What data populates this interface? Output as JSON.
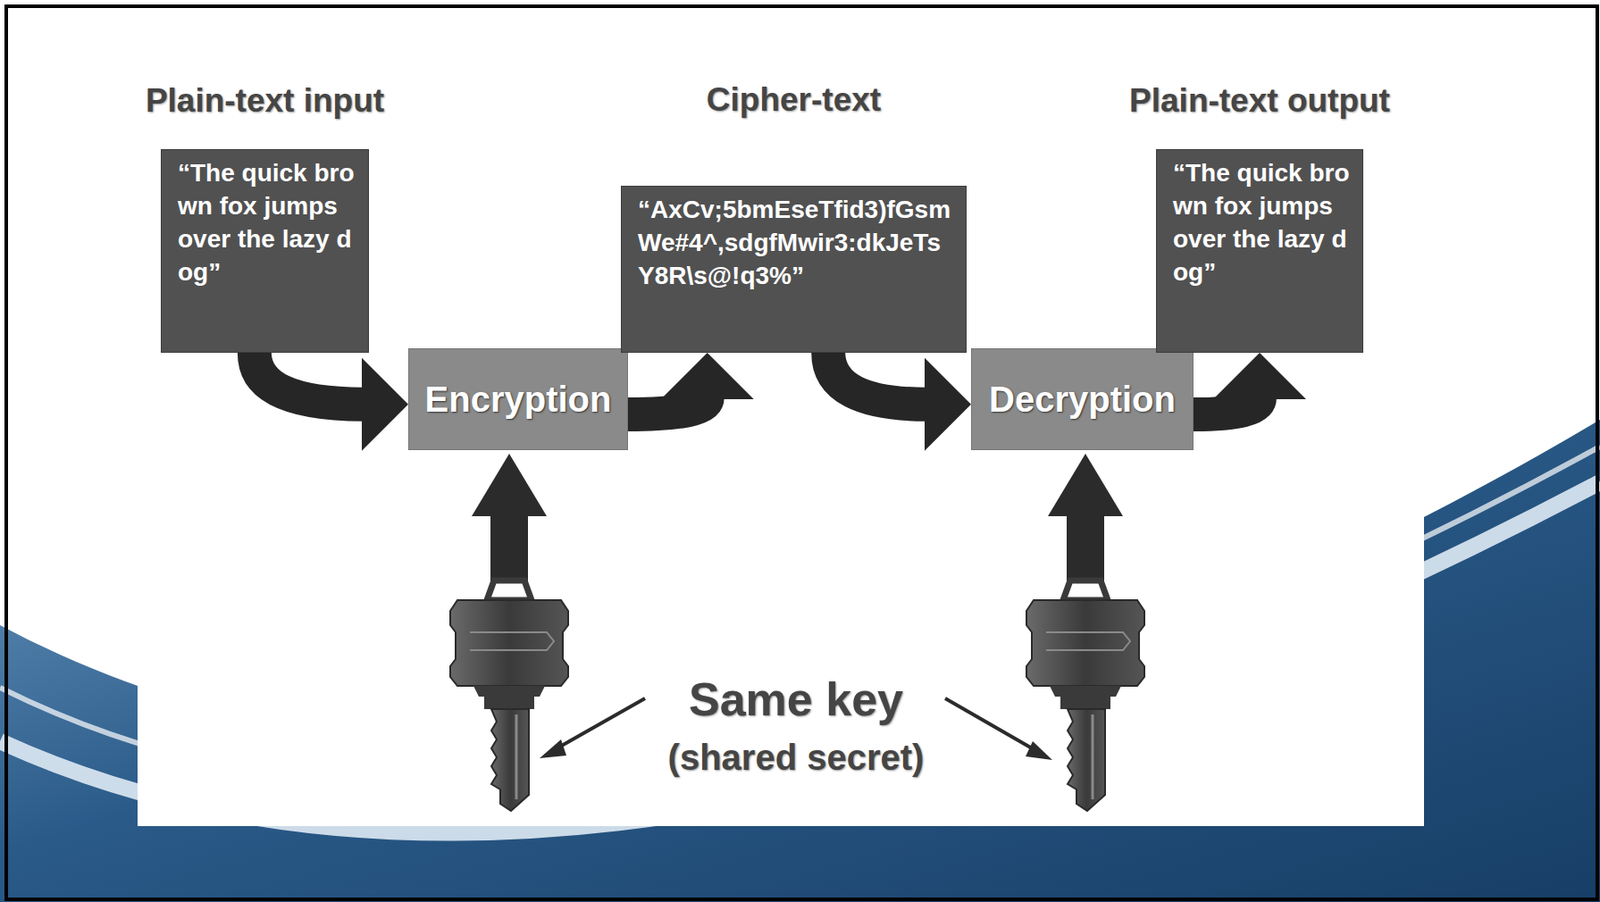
{
  "diagram": {
    "nodes": [
      {
        "text": [
          "Plain-text input",
          "“The quick brown fox jumps over the lazy dog”"
        ]
      },
      {
        "text": [
          "Encryption"
        ]
      },
      {
        "text": [
          "Cipher-text",
          "“AxCv;5bmEseTfid3)fGsmWe#4^,sdgfMwir3:dkJeTsY8R\\s@!q3%”"
        ]
      },
      {
        "text": [
          "Decryption"
        ]
      },
      {
        "text": [
          "Plain-text output",
          "“The quick brown fox jumps over the lazy dog”"
        ]
      }
    ],
    "edges": [
      {
        "from": 0,
        "to": 1,
        "arrow": "to"
      },
      {
        "from": 1,
        "to": 2,
        "arrow": "to"
      },
      {
        "from": 2,
        "to": 3,
        "arrow": "to"
      },
      {
        "from": 3,
        "to": 4,
        "arrow": "to"
      }
    ],
    "labels": [
      "Same key",
      "(shared secret)"
    ]
  }
}
